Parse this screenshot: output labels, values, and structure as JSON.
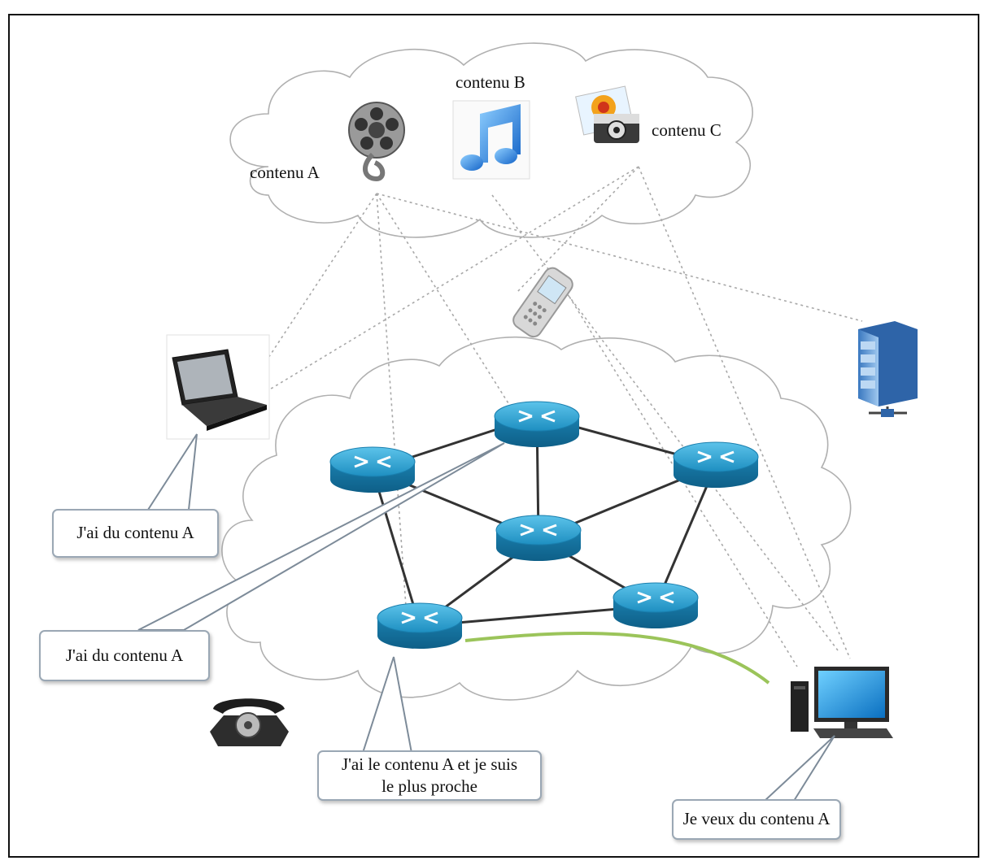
{
  "content_labels": {
    "a": "contenu A",
    "b": "contenu B",
    "c": "contenu C"
  },
  "bubbles": {
    "laptop": "J'ai du contenu A",
    "router": "J'ai du contenu A",
    "nearest_router": "J'ai le contenu A et je suis le plus proche",
    "desktop": "Je veux du contenu A"
  },
  "icons": {
    "content_a": "film-reel-icon",
    "content_b": "music-note-icon",
    "content_c": "camera-photo-icon",
    "phone": "mobile-phone-icon",
    "server": "server-icon",
    "laptop": "laptop-icon",
    "desktop": "desktop-computer-icon",
    "telephone": "rotary-telephone-icon",
    "router": "router-icon"
  },
  "colors": {
    "router_blue": "#1f8fc0",
    "path_green": "#9bc45a",
    "cloud_line": "#b0b0b0",
    "bubble_border": "#9aa7b4"
  }
}
